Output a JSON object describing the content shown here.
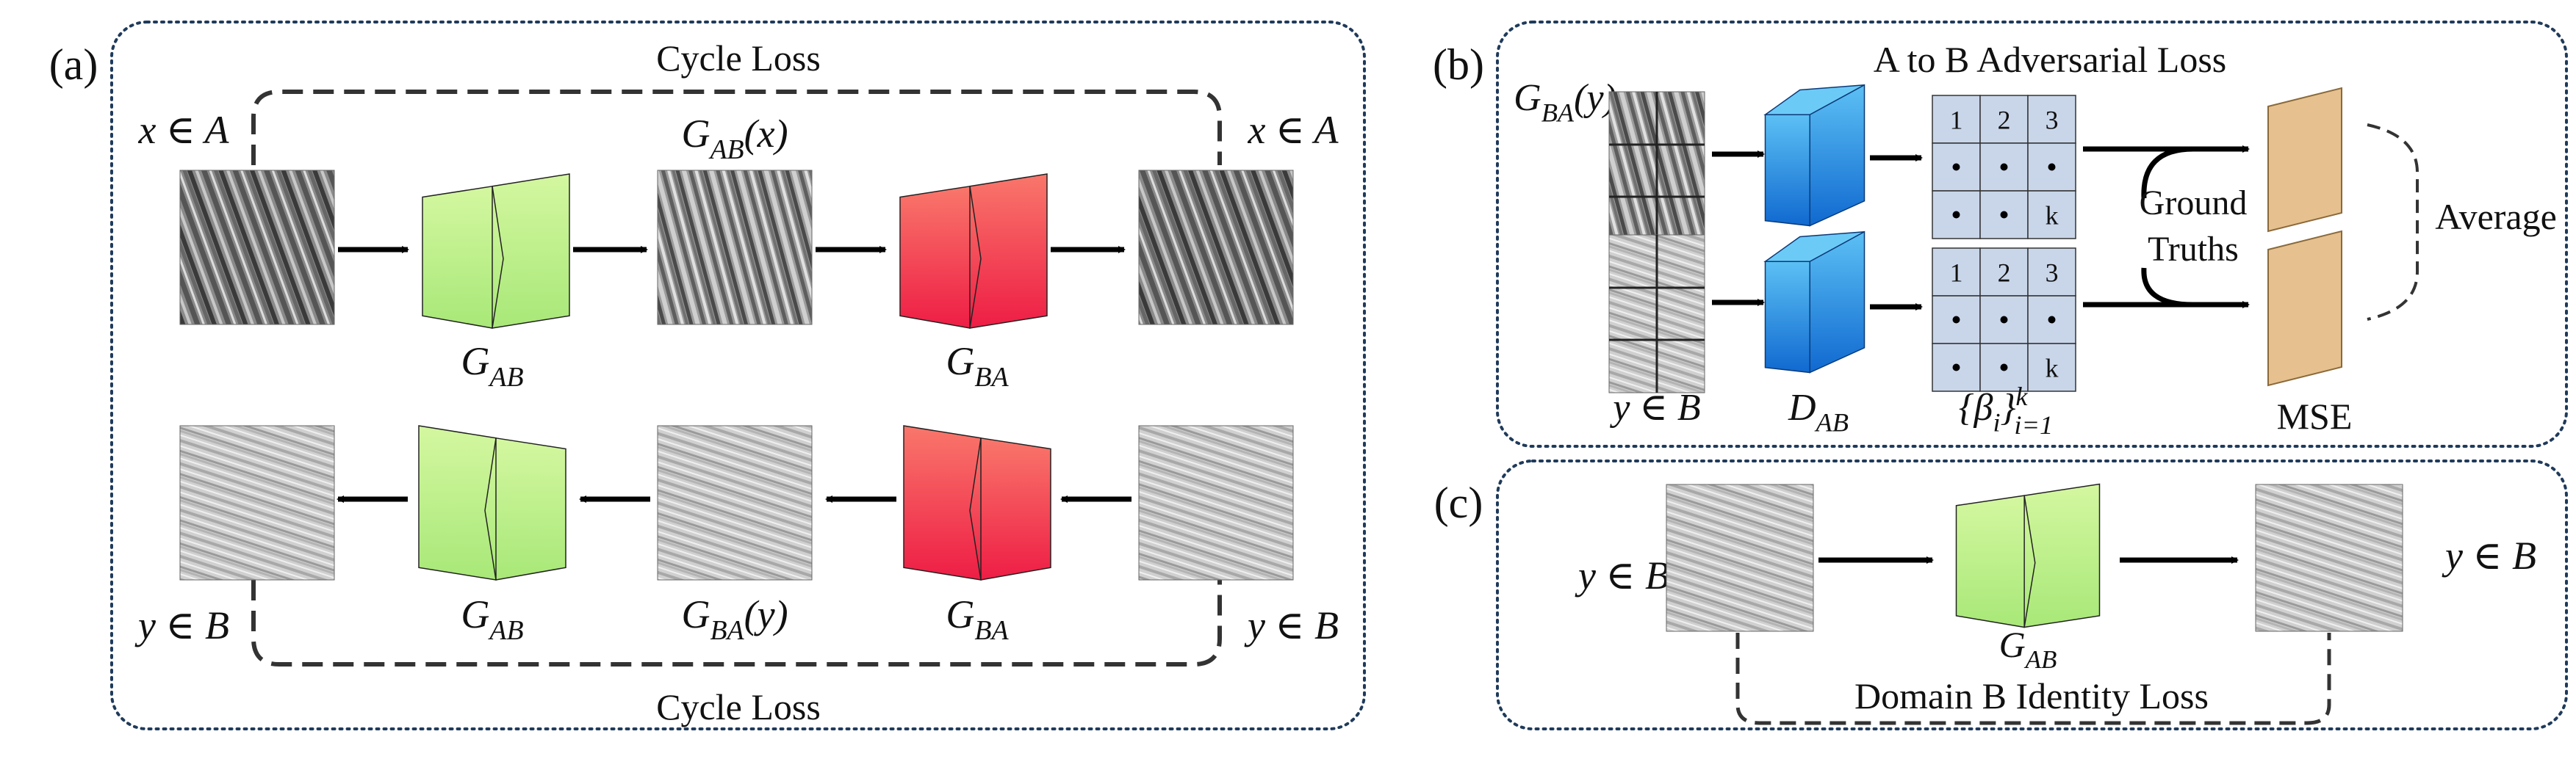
{
  "panel_a": {
    "label": "(a)",
    "cycle_loss_top": "Cycle Loss",
    "cycle_loss_bottom": "Cycle Loss",
    "x_in_a_left": "x ∈ A",
    "x_in_a_right": "x ∈ A",
    "gab_of_x": {
      "base": "G",
      "sub": "AB",
      "suffix": "(x)"
    },
    "gab_top": {
      "base": "G",
      "sub": "AB"
    },
    "gba_top": {
      "base": "G",
      "sub": "BA"
    },
    "gab_bottom": {
      "base": "G",
      "sub": "AB"
    },
    "gba_of_y": {
      "base": "G",
      "sub": "BA",
      "suffix": "(y)"
    },
    "gba_bottom": {
      "base": "G",
      "sub": "BA"
    },
    "y_in_b_left": "y ∈ B",
    "y_in_b_right": "y ∈ B"
  },
  "panel_b": {
    "label": "(b)",
    "title": "A to B Adversarial Loss",
    "gba_y": {
      "base": "G",
      "sub": "BA",
      "suffix": "(y)"
    },
    "y_in_b": "y ∈ B",
    "dab": {
      "base": "D",
      "sub": "AB"
    },
    "beta": {
      "base": "{β",
      "sub": "i",
      "close": "}",
      "sub2": "i=1",
      "sup": "k"
    },
    "grid_labels": [
      "1",
      "2",
      "3",
      "k"
    ],
    "ground_truths_line1": "Ground",
    "ground_truths_line2": "Truths",
    "average": "Average",
    "mse": "MSE"
  },
  "panel_c": {
    "label": "(c)",
    "y_in_b_left": "y ∈ B",
    "y_in_b_right": "y ∈ B",
    "gab": {
      "base": "G",
      "sub": "AB"
    },
    "identity_loss": "Domain B Identity Loss"
  },
  "colors": {
    "generator_ab_top": "#d4f7a0",
    "generator_ab_bottom": "#a8e878",
    "generator_ba_top": "#f9776b",
    "generator_ba_bottom": "#ee1d45",
    "discriminator_top": "#5cc0f4",
    "discriminator_bottom": "#1069d0",
    "grid_fill": "#c9d6ea",
    "mse_fill": "#e6c18f",
    "border": "#1f3a5a"
  }
}
